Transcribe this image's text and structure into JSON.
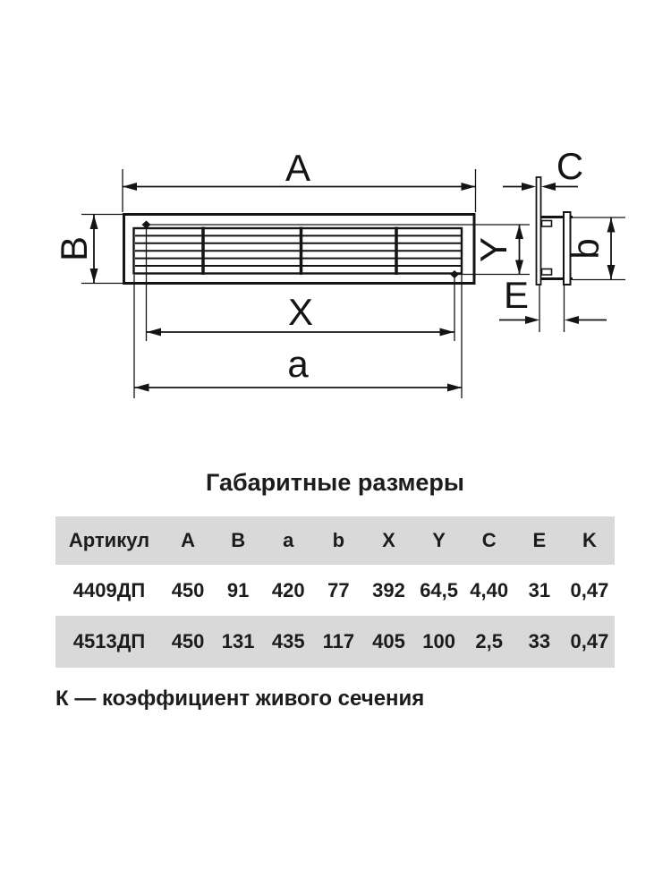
{
  "drawing": {
    "labels": {
      "A": "A",
      "B": "B",
      "C": "C",
      "E": "E",
      "X": "X",
      "Y": "Y",
      "a": "a",
      "b": "b"
    }
  },
  "table": {
    "title": "Габаритные размеры",
    "columns": [
      "Артикул",
      "A",
      "B",
      "a",
      "b",
      "X",
      "Y",
      "C",
      "E",
      "K"
    ],
    "rows": [
      {
        "article": "4409ДП",
        "values": [
          "450",
          "91",
          "420",
          "77",
          "392",
          "64,5",
          "4,40",
          "31",
          "0,47"
        ]
      },
      {
        "article": "4513ДП",
        "values": [
          "450",
          "131",
          "435",
          "117",
          "405",
          "100",
          "2,5",
          "33",
          "0,47"
        ]
      }
    ]
  },
  "footnote": "К — коэффициент живого сечения",
  "colors": {
    "line": "#141414",
    "table_stripe": "#d9d9d9",
    "text": "#1c1c1c",
    "background": "#ffffff"
  }
}
